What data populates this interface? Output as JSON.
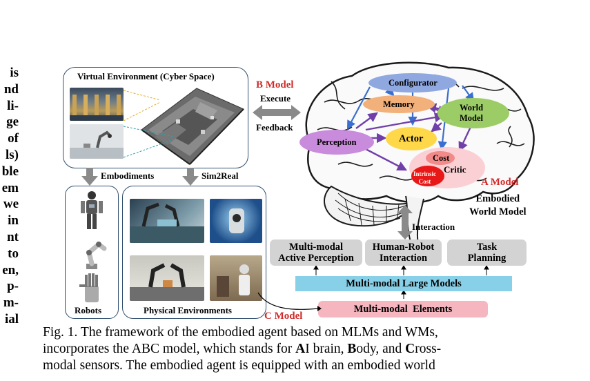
{
  "left_fragments": [
    "is",
    "nd",
    "li-",
    "ge",
    "of",
    "ls)",
    "ble",
    "em",
    "we",
    "in",
    "nt",
    "to",
    "en,",
    "p-",
    "m-",
    "ial"
  ],
  "virtual": {
    "title": "Virtual Environment (Cyber Space)"
  },
  "arrows": {
    "embodiments": "Embodiments",
    "sim2real": "Sim2Real",
    "b_model": "B Model",
    "execute": "Execute",
    "feedback": "Feedback",
    "interaction": "Interaction",
    "c_model": "C Model"
  },
  "robots": {
    "title": "Robots"
  },
  "physical": {
    "title": "Physical Environments"
  },
  "brain": {
    "configurator": "Configurator",
    "memory": "Memory",
    "world_model": [
      "World",
      "Model"
    ],
    "perception": "Perception",
    "actor": "Actor",
    "cost": "Cost",
    "critic": "Critic",
    "intrinsic_cost": [
      "Intrinsic",
      "Cost"
    ],
    "a_model": "A Model",
    "embodied_world_model": [
      "Embodied",
      "World Model"
    ]
  },
  "modules": {
    "active_perception": [
      "Multi-modal",
      "Active Perception"
    ],
    "hri": [
      "Human-Robot",
      "Interaction"
    ],
    "task_planning": [
      "Task",
      "Planning"
    ],
    "mlm": "Multi-modal Large Models",
    "elements": "Multi-modal  Elements"
  },
  "caption": {
    "line1": "Fig. 1.  The framework of the embodied agent based on MLMs and WMs,",
    "line2_a": "incorporates the ABC model, which stands for ",
    "line2_A": "A",
    "line2_b": "I brain, ",
    "line2_B": "B",
    "line2_c": "ody, and ",
    "line2_C": "C",
    "line2_d": "ross-",
    "line3": "modal sensors. The embodied agent is equipped with an embodied world"
  },
  "colors": {
    "configurator": "#8fa8e0",
    "memory": "#f2b07a",
    "world_model": "#9ccc66",
    "perception": "#c98bdc",
    "actor": "#ffd84a",
    "critic_bg": "#fbd0d4",
    "cost": "#f28a8a",
    "intrinsic": "#e81818",
    "red_label": "#d22a2a",
    "mlm": "#88d0e8",
    "elements": "#f5b6bf",
    "module_grey": "#d3d3d3",
    "arrow_purple": "#7040a8",
    "arrow_blue": "#3a6fd0"
  }
}
